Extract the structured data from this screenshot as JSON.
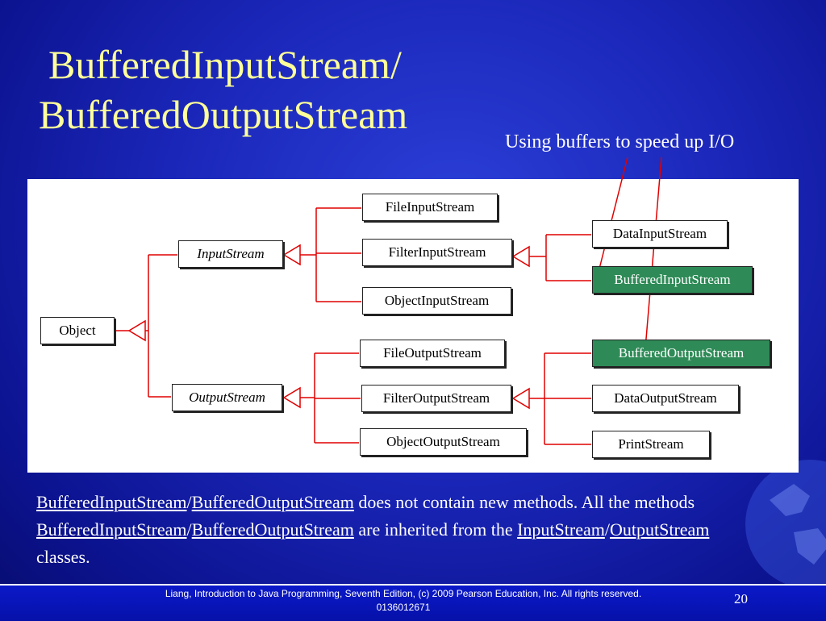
{
  "slide": {
    "title_line1": "BufferedInputStream/",
    "title_line2": "BufferedOutputStream",
    "subtitle": "Using buffers to speed up I/O"
  },
  "diagram": {
    "object": "Object",
    "input_stream": "InputStream",
    "output_stream": "OutputStream",
    "file_input_stream": "FileInputStream",
    "filter_input_stream": "FilterInputStream",
    "object_input_stream": "ObjectInputStream",
    "data_input_stream": "DataInputStream",
    "buffered_input_stream": "BufferedInputStream",
    "file_output_stream": "FileOutputStream",
    "filter_output_stream": "FilterOutputStream",
    "object_output_stream": "ObjectOutputStream",
    "buffered_output_stream": "BufferedOutputStream",
    "data_output_stream": "DataOutputStream",
    "print_stream": "PrintStream",
    "line_color": "#e00000",
    "highlight_color": "#2e8b57"
  },
  "body": {
    "link1": "BufferedInputStream",
    "sep1": "/",
    "link2": "BufferedOutputStream",
    "text1": " does not contain new methods. All the methods ",
    "link3": "BufferedInputStream",
    "sep2": "/",
    "link4": "BufferedOutputStream",
    "text2": " are inherited from the ",
    "link5": "InputStream",
    "sep3": "/",
    "link6": "OutputStream",
    "text3": " classes."
  },
  "footer": {
    "citation": "Liang, Introduction to Java Programming, Seventh Edition, (c) 2009 Pearson Education, Inc. All rights reserved. 0136012671",
    "page_number": "20"
  },
  "decor": {
    "globe_icon": "globe-icon"
  }
}
